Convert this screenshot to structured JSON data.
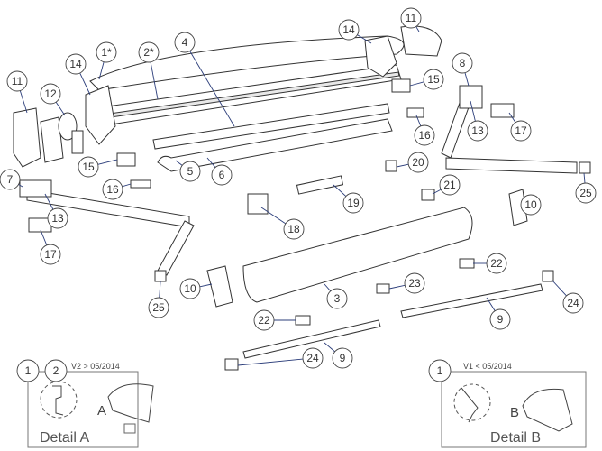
{
  "callouts": [
    "1*",
    "2*",
    "4",
    "14",
    "11",
    "11",
    "12",
    "14",
    "15",
    "15",
    "8",
    "16",
    "16",
    "13",
    "17",
    "20",
    "7",
    "5",
    "6",
    "21",
    "19",
    "18",
    "25",
    "10",
    "13",
    "17",
    "22",
    "23",
    "10",
    "3",
    "24",
    "25",
    "9",
    "22",
    "24",
    "9"
  ],
  "detail_a": {
    "part_numbers": [
      "1",
      "2"
    ],
    "version": "V2 > 05/2014",
    "marker": "A",
    "title": "Detail A"
  },
  "detail_b": {
    "part_numbers": [
      "1"
    ],
    "version": "V1 < 05/2014",
    "marker": "B",
    "title": "Detail B"
  }
}
